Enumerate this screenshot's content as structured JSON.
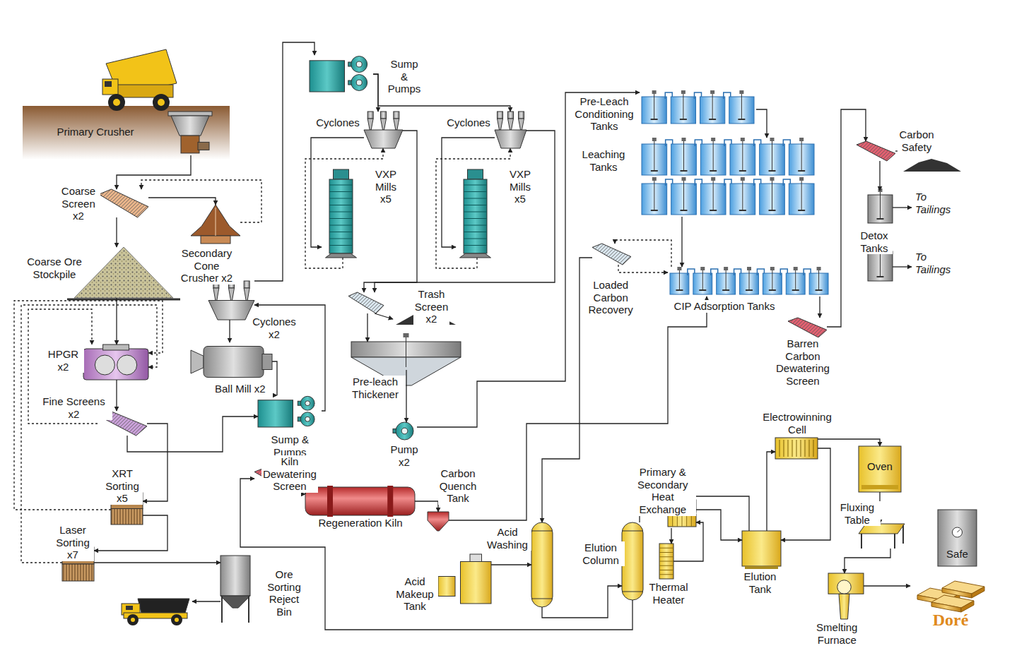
{
  "diagram": {
    "nodes": [
      {
        "text": [
          "Primary Crusher"
        ]
      },
      {
        "text": [
          "Coarse Screen x2"
        ]
      },
      {
        "text": [
          "Secondary Cone Crusher x2"
        ]
      },
      {
        "text": [
          "Coarse Ore Stockpile"
        ]
      },
      {
        "text": [
          "HPGR x2"
        ]
      },
      {
        "text": [
          "Fine Screens x2"
        ]
      },
      {
        "text": [
          "XRT Sorting x5"
        ]
      },
      {
        "text": [
          "Laser Sorting x7"
        ]
      },
      {
        "text": [
          "Ore Sorting Reject Bin"
        ]
      },
      {
        "text": [
          "Cyclones x2"
        ]
      },
      {
        "text": [
          "Ball Mill x2"
        ]
      },
      {
        "text": [
          "Sump & Pumps"
        ]
      },
      {
        "text": [
          "Sump & Pumps"
        ]
      },
      {
        "text": [
          "Cyclones"
        ]
      },
      {
        "text": [
          "Cyclones"
        ]
      },
      {
        "text": [
          "VXP Mills x5"
        ]
      },
      {
        "text": [
          "VXP Mills x5"
        ]
      },
      {
        "text": [
          "Trash Screen x2"
        ]
      },
      {
        "text": [
          "Pre-leach Thickener"
        ]
      },
      {
        "text": [
          "Pump x2"
        ]
      },
      {
        "text": [
          "Pre-Leach Conditioning Tanks"
        ]
      },
      {
        "text": [
          "Leaching Tanks"
        ]
      },
      {
        "text": [
          "Loaded Carbon Recovery"
        ]
      },
      {
        "text": [
          "CIP Adsorption Tanks"
        ]
      },
      {
        "text": [
          "Barren Carbon Dewatering Screen"
        ]
      },
      {
        "text": [
          "Carbon Safety"
        ]
      },
      {
        "text": [
          "Detox Tanks"
        ]
      },
      {
        "text": [
          "Kiln Dewatering Screen"
        ]
      },
      {
        "text": [
          "Regeneration Kiln"
        ]
      },
      {
        "text": [
          "Carbon Quench Tank"
        ]
      },
      {
        "text": [
          "Acid Washing"
        ]
      },
      {
        "text": [
          "Acid Makeup Tank"
        ]
      },
      {
        "text": [
          "Elution Column"
        ]
      },
      {
        "text": [
          "Primary & Secondary Heat Exchange"
        ]
      },
      {
        "text": [
          "Thermal Heater"
        ]
      },
      {
        "text": [
          "Elution Tank"
        ]
      },
      {
        "text": [
          "Electrowinning Cell"
        ]
      },
      {
        "text": [
          "Oven"
        ]
      },
      {
        "text": [
          "Fluxing Table"
        ]
      },
      {
        "text": [
          "Smelting Furnace"
        ]
      },
      {
        "text": [
          "Safe"
        ]
      },
      {
        "text": [
          "Doré"
        ]
      }
    ],
    "edges": [
      {
        "from": 0,
        "to": 1,
        "arrow": "to"
      },
      {
        "from": 1,
        "to": 3,
        "arrow": "to"
      },
      {
        "from": 1,
        "to": 2,
        "arrow": "to"
      },
      {
        "from": 2,
        "to": 1,
        "arrow": "to"
      },
      {
        "from": 3,
        "to": 4,
        "arrow": "to"
      },
      {
        "from": 4,
        "to": 5,
        "arrow": "to"
      },
      {
        "from": 5,
        "to": 4,
        "arrow": "to"
      },
      {
        "from": 5,
        "to": 6,
        "arrow": "to"
      },
      {
        "from": 5,
        "to": 11,
        "arrow": "to"
      },
      {
        "from": 6,
        "to": 7,
        "arrow": "to"
      },
      {
        "from": 6,
        "to": 4,
        "arrow": "to"
      },
      {
        "from": 7,
        "to": 4,
        "arrow": "to"
      },
      {
        "from": 7,
        "to": 8,
        "arrow": "to"
      },
      {
        "from": 11,
        "to": 9,
        "arrow": "to"
      },
      {
        "from": 9,
        "to": 10,
        "arrow": "to"
      },
      {
        "from": 10,
        "to": 11,
        "arrow": "to"
      },
      {
        "from": 9,
        "to": 12,
        "arrow": "to"
      },
      {
        "from": 12,
        "to": 13,
        "arrow": "to"
      },
      {
        "from": 12,
        "to": 14,
        "arrow": "to"
      },
      {
        "from": 13,
        "to": 15,
        "arrow": "to"
      },
      {
        "from": 15,
        "to": 13,
        "arrow": "to"
      },
      {
        "from": 14,
        "to": 16,
        "arrow": "to"
      },
      {
        "from": 16,
        "to": 14,
        "arrow": "to"
      },
      {
        "from": 13,
        "to": 17,
        "arrow": "to"
      },
      {
        "from": 14,
        "to": 17,
        "arrow": "to"
      },
      {
        "from": 17,
        "to": 18,
        "arrow": "to"
      },
      {
        "from": 18,
        "to": 19,
        "arrow": "to"
      },
      {
        "from": 19,
        "to": 20,
        "arrow": "to"
      },
      {
        "from": 20,
        "to": 21,
        "arrow": "to"
      },
      {
        "from": 21,
        "to": 23,
        "arrow": "to"
      },
      {
        "from": 23,
        "to": 24,
        "arrow": "to"
      },
      {
        "from": 24,
        "to": 25,
        "arrow": "to"
      },
      {
        "from": 25,
        "to": 26,
        "arrow": "to"
      },
      {
        "from": 23,
        "to": 22,
        "arrow": "to"
      },
      {
        "from": 22,
        "to": 23,
        "arrow": "to"
      },
      {
        "from": 22,
        "to": 30,
        "arrow": "to"
      },
      {
        "from": 31,
        "to": 30,
        "arrow": "to"
      },
      {
        "from": 30,
        "to": 32,
        "arrow": "to"
      },
      {
        "from": 32,
        "to": 27,
        "arrow": "to"
      },
      {
        "from": 27,
        "to": 28,
        "arrow": "to"
      },
      {
        "from": 28,
        "to": 29,
        "arrow": "to"
      },
      {
        "from": 29,
        "to": 23,
        "arrow": "to"
      },
      {
        "from": 32,
        "to": 33,
        "arrow": "to"
      },
      {
        "from": 33,
        "to": 35,
        "arrow": "to"
      },
      {
        "from": 35,
        "to": 33,
        "arrow": "to"
      },
      {
        "from": 33,
        "to": 34,
        "arrow": "to"
      },
      {
        "from": 34,
        "to": 33,
        "arrow": "to"
      },
      {
        "from": 35,
        "to": 36,
        "arrow": "to"
      },
      {
        "from": 36,
        "to": 35,
        "arrow": "to"
      },
      {
        "from": 36,
        "to": 37,
        "arrow": "to"
      },
      {
        "from": 37,
        "to": 38,
        "arrow": "to"
      },
      {
        "from": 38,
        "to": 39,
        "arrow": "to"
      },
      {
        "from": 39,
        "to": 41,
        "arrow": "to"
      }
    ],
    "labels": [
      "To Tailings",
      "To Tailings"
    ]
  }
}
